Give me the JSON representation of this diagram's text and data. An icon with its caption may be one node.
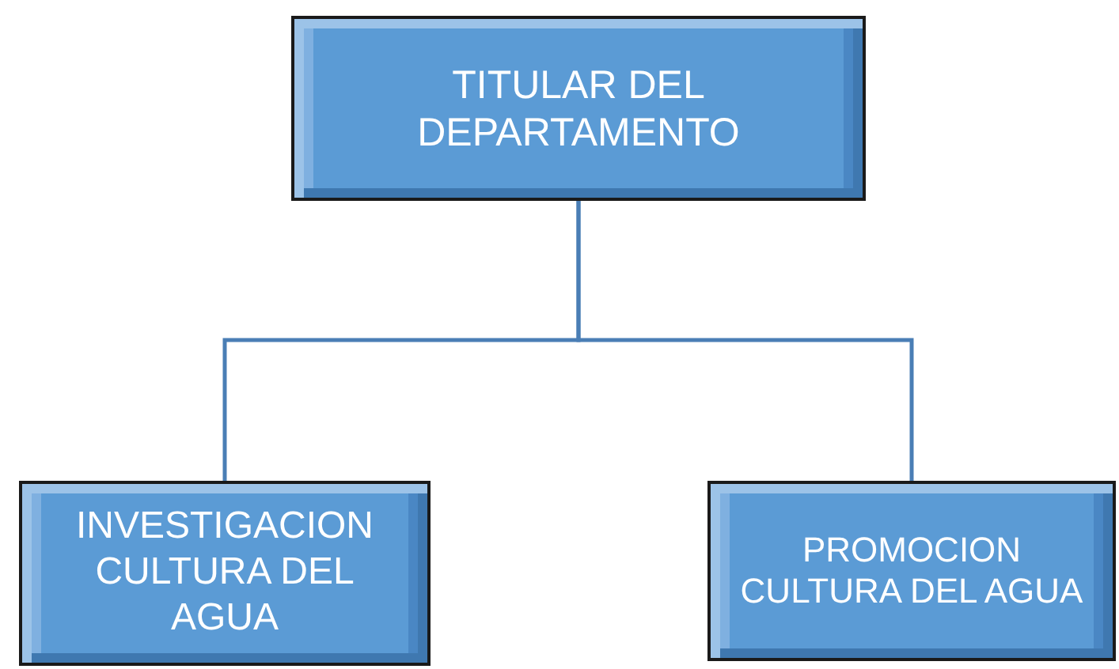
{
  "diagram": {
    "nodes": [
      {
        "text": [
          "TITULAR DEL DEPARTAMENTO"
        ]
      },
      {
        "text": [
          "INVESTIGACION CULTURA DEL AGUA"
        ]
      },
      {
        "text": [
          "PROMOCION CULTURA DEL AGUA"
        ]
      }
    ],
    "edges": [
      {
        "from": 0,
        "to": 1,
        "arrow": "none"
      },
      {
        "from": 0,
        "to": 2,
        "arrow": "none"
      }
    ]
  }
}
